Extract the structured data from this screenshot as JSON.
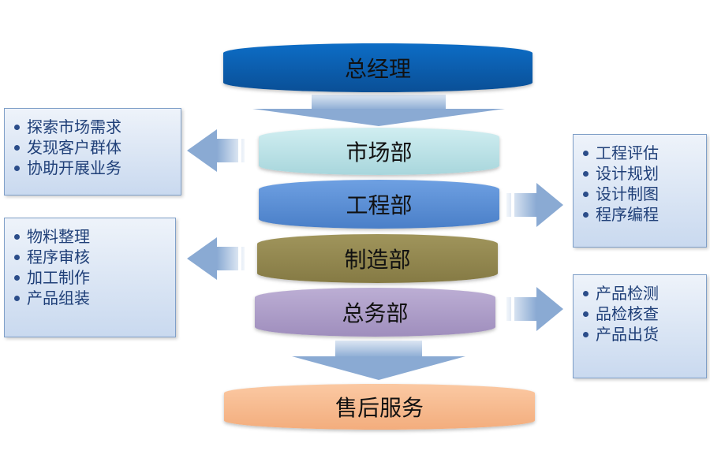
{
  "layers": {
    "general_manager": "总经理",
    "marketing": "市场部",
    "engineering": "工程部",
    "manufacturing": "制造部",
    "general_affairs": "总务部",
    "after_sales": "售后服务"
  },
  "marketing_box": {
    "items": [
      "探索市场需求",
      "发现客户群体",
      "协助开展业务"
    ]
  },
  "engineering_box": {
    "items": [
      "工程评估",
      "设计规划",
      "设计制图",
      "程序编程"
    ]
  },
  "manufacturing_box": {
    "items": [
      "物料整理",
      "程序审核",
      "加工制作",
      "产品组装"
    ]
  },
  "affairs_box": {
    "items": [
      "产品检测",
      "品检核查",
      "产品出货"
    ]
  },
  "colors": {
    "general_manager": "#0f5ca8",
    "marketing": "#b7e1e6",
    "engineering": "#5b8fd6",
    "manufacturing": "#8f864f",
    "general_affairs": "#ab9bc6",
    "after_sales": "#f6b88c",
    "arrow": "#8fb0d8"
  }
}
